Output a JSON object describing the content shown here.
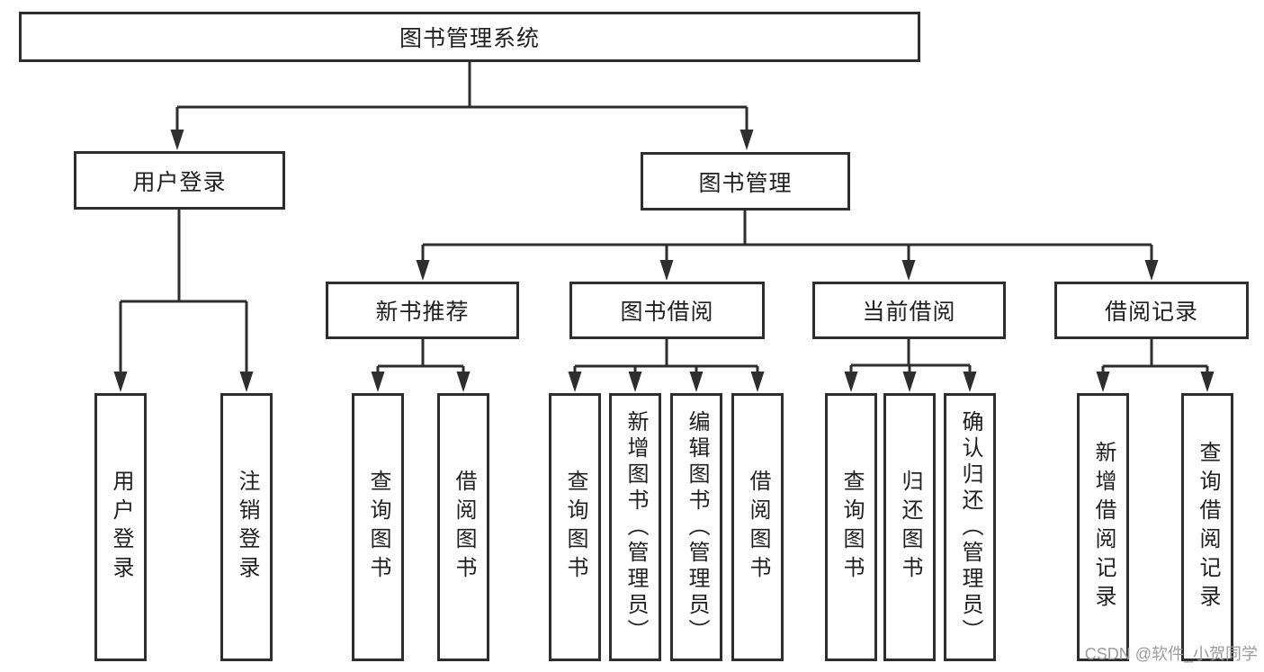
{
  "page": {
    "background": "#ffffff"
  },
  "diagram": {
    "root": {
      "label": "图书管理系统"
    },
    "level2": {
      "user_login": {
        "label": "用户登录"
      },
      "book_management": {
        "label": "图书管理"
      }
    },
    "level3": {
      "new_book_recommendation": {
        "label": "新书推荐"
      },
      "book_borrowing": {
        "label": "图书借阅"
      },
      "current_borrowing": {
        "label": "当前借阅"
      },
      "borrowing_records": {
        "label": "借阅记录"
      }
    },
    "leaves": {
      "user_login": [
        "用户登录",
        "注销登录"
      ],
      "new_book_recommendation": [
        "查询图书",
        "借阅图书"
      ],
      "book_borrowing": [
        "查询图书",
        "新增图书（管理员）",
        "编辑图书（管理员）",
        "借阅图书"
      ],
      "current_borrowing": [
        "查询图书",
        "归还图书",
        "确认归还（管理员）"
      ],
      "borrowing_records": [
        "新增借阅记录",
        "查询借阅记录"
      ]
    },
    "colors": {
      "line": "#2e2e2e",
      "box_border": "#2e2e2e",
      "text": "#1f1f1f",
      "box_fill": "#ffffff"
    }
  },
  "watermark": {
    "text": "CSDN @软件_小贺同学",
    "color": "#9b9b9b"
  }
}
